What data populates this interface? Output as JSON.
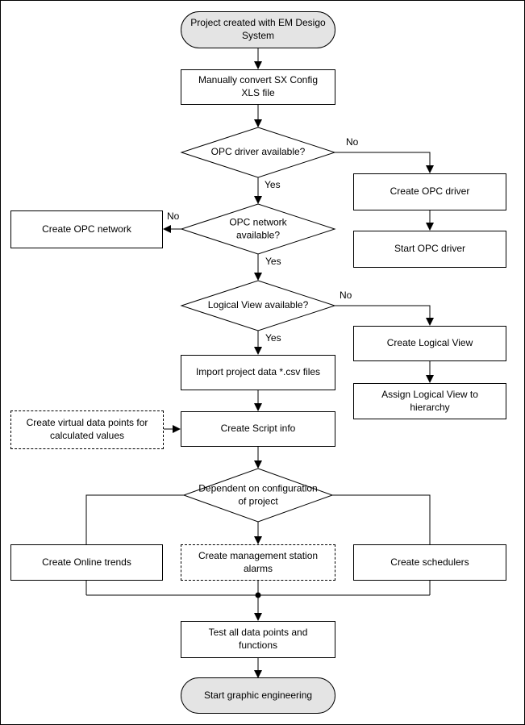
{
  "diagram": {
    "type": "flowchart",
    "nodes": {
      "start": "Project created with EM Desigo System",
      "convert": "Manually convert SX Config XLS file",
      "opc_driver_q": "OPC driver available?",
      "create_opc_driver": "Create OPC driver",
      "start_opc_driver": "Start OPC driver",
      "create_opc_network": "Create OPC network",
      "opc_network_q": "OPC network available?",
      "logical_view_q": "Logical View available?",
      "create_logical_view": "Create Logical View",
      "assign_logical_view": "Assign Logical View to hierarchy",
      "import_csv": "Import project data *.csv files",
      "virtual_points": "Create virtual data points for calculated values",
      "script_info": "Create Script info",
      "dependent_q": "Dependent on configuration of project",
      "online_trends": "Create Online trends",
      "alarms": "Create management station alarms",
      "schedulers": "Create schedulers",
      "test_points": "Test all data points and functions",
      "end_node": "Start graphic engineering"
    },
    "edge_labels": {
      "opc_driver_no": "No",
      "opc_driver_yes": "Yes",
      "opc_network_no": "No",
      "opc_network_yes": "Yes",
      "logical_view_no": "No",
      "logical_view_yes": "Yes"
    },
    "colors": {
      "line": "#000000",
      "node_border": "#000000",
      "node_fill": "#ffffff",
      "terminal_fill": "#e4e4e4"
    }
  }
}
